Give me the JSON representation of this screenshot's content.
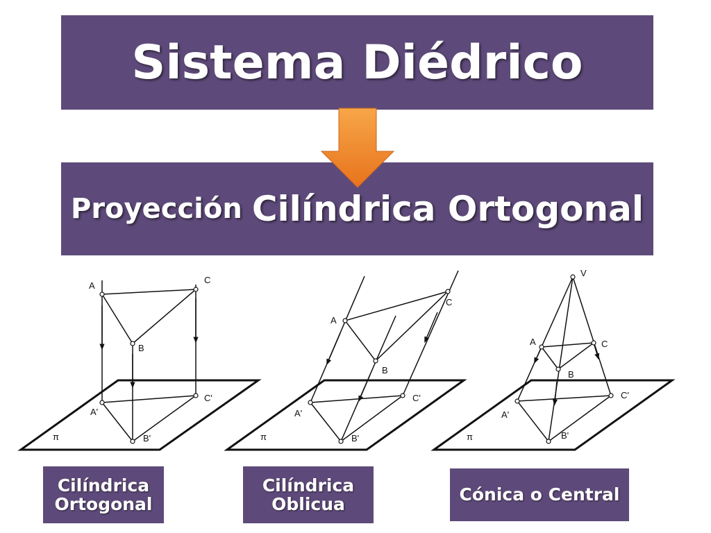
{
  "title": "Sistema Diédrico",
  "subtitle": {
    "prefix": "Proyección",
    "main": "Cilíndrica Ortogonal"
  },
  "diagrams": [
    {
      "caption_lines": [
        "Cilíndrica",
        "Ortogonal"
      ],
      "points": {
        "A": "A",
        "B": "B",
        "C": "C",
        "A1": "A'",
        "B1": "B'",
        "C1": "C'",
        "plane": "π"
      }
    },
    {
      "caption_lines": [
        "Cilíndrica",
        "Oblicua"
      ],
      "points": {
        "A": "A",
        "B": "B",
        "C": "C",
        "A1": "A'",
        "B1": "B'",
        "C1": "C'",
        "plane": "π"
      }
    },
    {
      "caption_lines": [
        "Cónica o Central"
      ],
      "points": {
        "V": "V",
        "A": "A",
        "B": "B",
        "C": "C",
        "A1": "A'",
        "B1": "B'",
        "C1": "C'",
        "plane": "π"
      }
    }
  ],
  "colors": {
    "banner": "#5e4a7a",
    "arrow_top": "#f7a648",
    "arrow_bottom": "#e8731c"
  }
}
